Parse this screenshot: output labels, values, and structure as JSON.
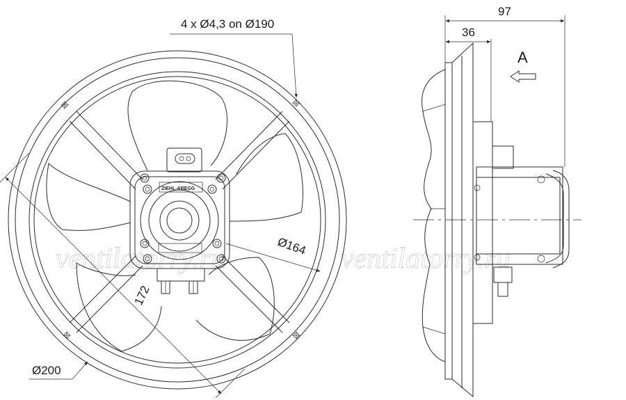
{
  "watermark": {
    "left": "ventilatorry.ru",
    "right": "ventilatorry.ru"
  },
  "front_view": {
    "mounting_holes": "4 x Ø4,3 on Ø190",
    "dim_outer": "Ø200",
    "dim_blade": "Ø164",
    "dim_diag": "172",
    "motor_plate": "ZIEHL-ABEGG"
  },
  "side_view": {
    "dim_total_depth": "97",
    "dim_flange_depth": "36",
    "view_arrow_label": "A"
  }
}
